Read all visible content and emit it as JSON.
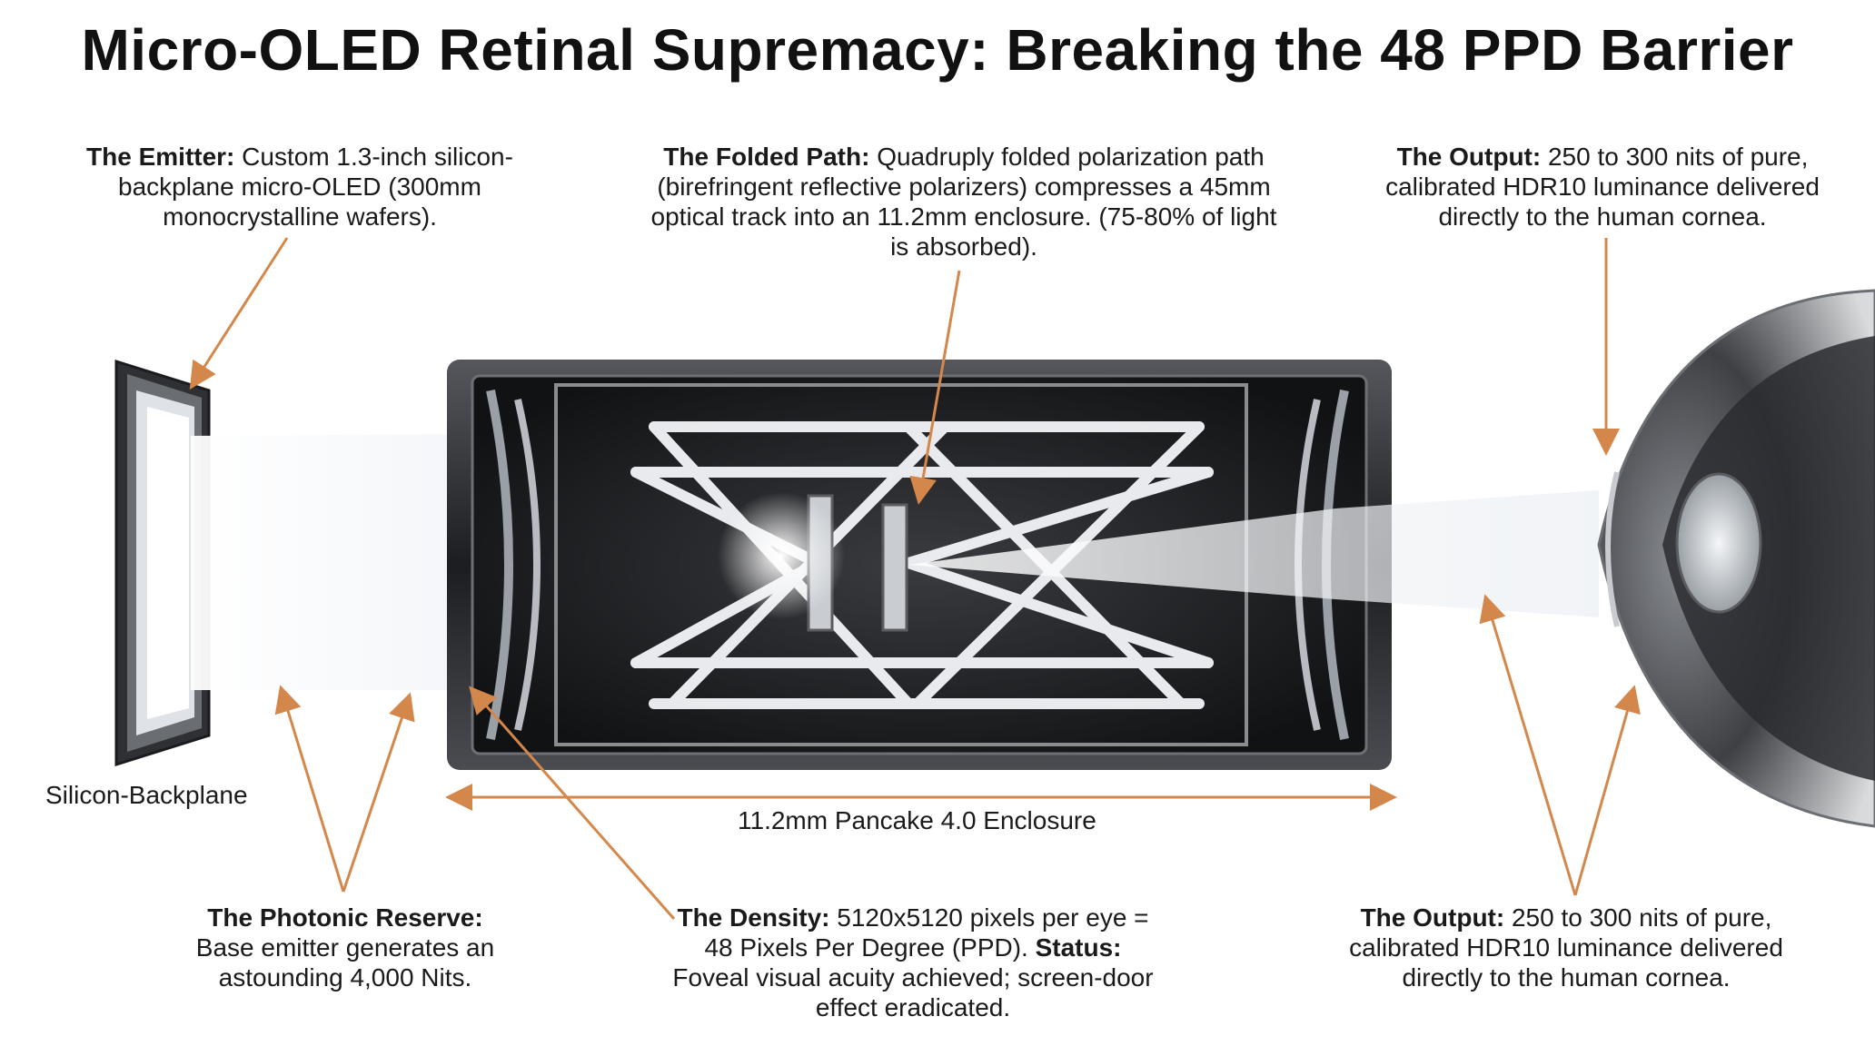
{
  "title": "Micro-OLED Retinal Supremacy: Breaking the 48 PPD Barrier",
  "callouts": {
    "emitter": {
      "label": "The Emitter:",
      "text": "Custom 1.3-inch silicon-backplane micro-OLED (300mm monocrystalline wafers)."
    },
    "folded_path": {
      "label": "The Folded Path:",
      "text": "Quadruply folded polarization path (birefringent reflective polarizers) compresses a 45mm optical track into an 11.2mm enclosure. (75-80% of light is absorbed)."
    },
    "output_top": {
      "label": "The Output:",
      "text": "250 to 300 nits of pure, calibrated HDR10 luminance delivered directly to the human cornea."
    },
    "photonic_reserve": {
      "label": "The Photonic Reserve:",
      "text": "Base emitter generates an astounding 4,000 Nits."
    },
    "density": {
      "label": "The Density:",
      "text": "5120x5120 pixels per eye = 48 Pixels Per Degree (PPD).",
      "status_label": "Status:",
      "status_text": "Foveal visual acuity achieved; screen-door effect eradicated."
    },
    "output_bottom": {
      "label": "The Output:",
      "text": "250 to 300 nits of pure, calibrated HDR10 luminance delivered directly to the human cornea."
    }
  },
  "labels": {
    "silicon_backplane": "Silicon-Backplane",
    "enclosure": "11.2mm Pancake 4.0 Enclosure"
  },
  "colors": {
    "arrow": "#d4874a",
    "housing": "#2e2f33",
    "beam": "#ffffff"
  }
}
